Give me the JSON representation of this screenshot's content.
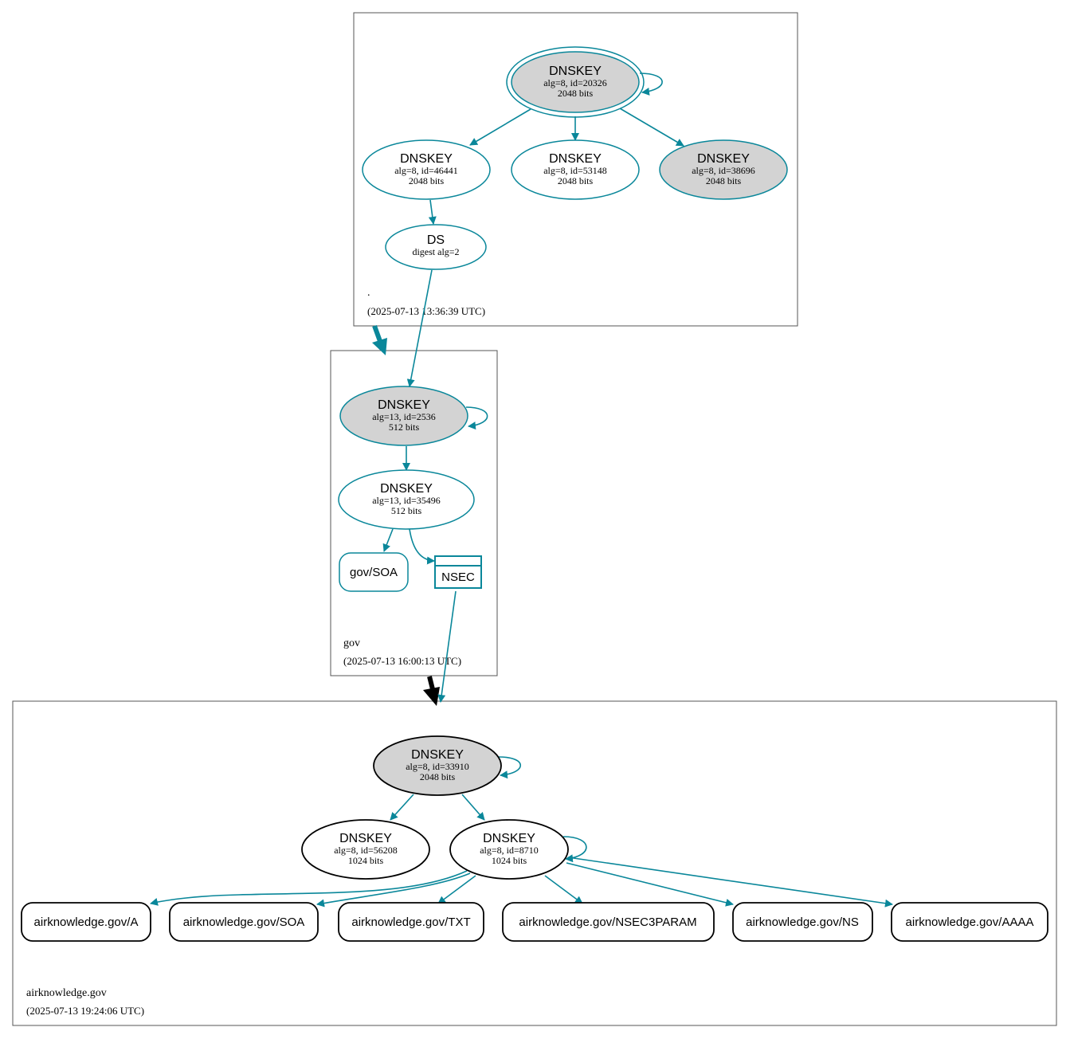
{
  "zones": {
    "root": {
      "name": ".",
      "timestamp": "(2025-07-13 13:36:39 UTC)"
    },
    "gov": {
      "name": "gov",
      "timestamp": "(2025-07-13 16:00:13 UTC)"
    },
    "airknowledge": {
      "name": "airknowledge.gov",
      "timestamp": "(2025-07-13 19:24:06 UTC)"
    }
  },
  "nodes": {
    "root_ksk": {
      "title": "DNSKEY",
      "line1": "alg=8, id=20326",
      "line2": "2048 bits"
    },
    "root_zsk1": {
      "title": "DNSKEY",
      "line1": "alg=8, id=46441",
      "line2": "2048 bits"
    },
    "root_zsk2": {
      "title": "DNSKEY",
      "line1": "alg=8, id=53148",
      "line2": "2048 bits"
    },
    "root_zsk3": {
      "title": "DNSKEY",
      "line1": "alg=8, id=38696",
      "line2": "2048 bits"
    },
    "root_ds": {
      "title": "DS",
      "line1": "digest alg=2"
    },
    "gov_ksk": {
      "title": "DNSKEY",
      "line1": "alg=13, id=2536",
      "line2": "512 bits"
    },
    "gov_zsk": {
      "title": "DNSKEY",
      "line1": "alg=13, id=35496",
      "line2": "512 bits"
    },
    "gov_soa": {
      "label": "gov/SOA"
    },
    "gov_nsec": {
      "label": "NSEC"
    },
    "ak_ksk": {
      "title": "DNSKEY",
      "line1": "alg=8, id=33910",
      "line2": "2048 bits"
    },
    "ak_key1": {
      "title": "DNSKEY",
      "line1": "alg=8, id=56208",
      "line2": "1024 bits"
    },
    "ak_key2": {
      "title": "DNSKEY",
      "line1": "alg=8, id=8710",
      "line2": "1024 bits"
    },
    "ak_rr_a": {
      "label": "airknowledge.gov/A"
    },
    "ak_rr_soa": {
      "label": "airknowledge.gov/SOA"
    },
    "ak_rr_txt": {
      "label": "airknowledge.gov/TXT"
    },
    "ak_rr_nsec3param": {
      "label": "airknowledge.gov/NSEC3PARAM"
    },
    "ak_rr_ns": {
      "label": "airknowledge.gov/NS"
    },
    "ak_rr_aaaa": {
      "label": "airknowledge.gov/AAAA"
    }
  },
  "colors": {
    "secure": "#0a879a",
    "insecure": "#000000",
    "ksk_fill": "#d3d3d3"
  }
}
